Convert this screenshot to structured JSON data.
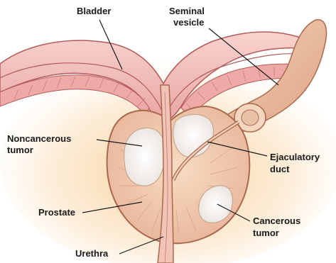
{
  "labels": {
    "bladder": "Bladder",
    "seminal_vesicle_line1": "Seminal",
    "seminal_vesicle_line2": "vesicle",
    "noncancerous_line1": "Noncancerous",
    "noncancerous_line2": "tumor",
    "ejaculatory_line1": "Ejaculatory",
    "ejaculatory_line2": "duct",
    "prostate": "Prostate",
    "cancerous_line1": "Cancerous",
    "cancerous_line2": "tumor",
    "urethra": "Urethra"
  }
}
